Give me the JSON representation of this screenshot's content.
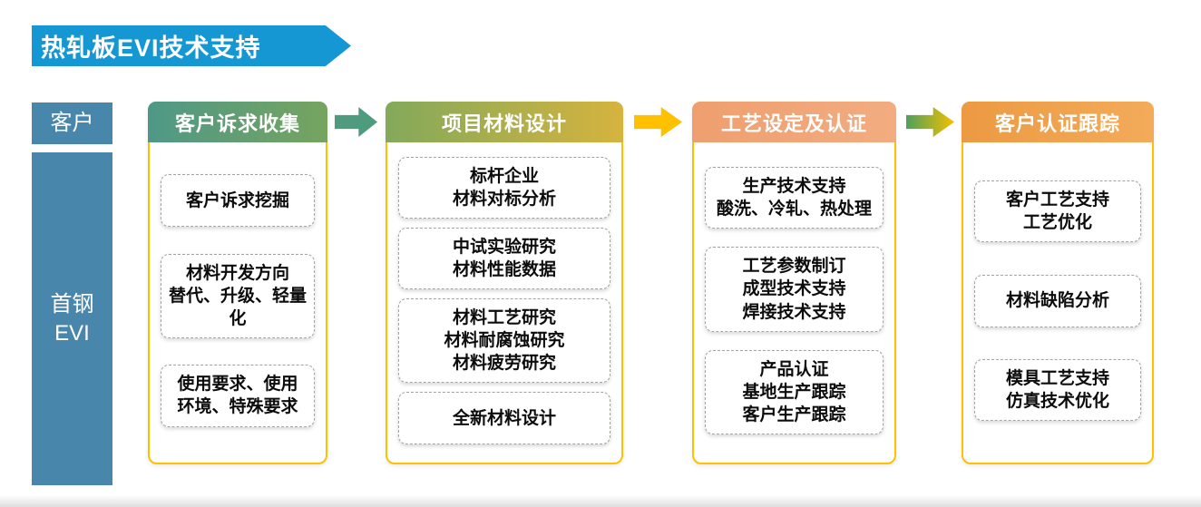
{
  "slide": {
    "title": "热轧板EVI技术支持"
  },
  "left_rail": {
    "customer_label": "客户",
    "company_label": "首钢\nEVI"
  },
  "columns": [
    {
      "header": "客户诉求收集",
      "items": [
        "客户诉求挖掘",
        "材料开发方向\n替代、升级、轻量化",
        "使用要求、使用\n环境、特殊要求"
      ]
    },
    {
      "header": "项目材料设计",
      "items": [
        "标杆企业\n材料对标分析",
        "中试实验研究\n材料性能数据",
        "材料工艺研究\n材料耐腐蚀研究\n材料疲劳研究",
        "全新材料设计"
      ]
    },
    {
      "header": "工艺设定及认证",
      "items": [
        "生产技术支持\n酸洗、冷轧、热处理",
        "工艺参数制订\n成型技术支持\n焊接技术支持",
        "产品认证\n基地生产跟踪\n客户生产跟踪"
      ]
    },
    {
      "header": "客户认证跟踪",
      "items": [
        "客户工艺支持\n工艺优化",
        "材料缺陷分析",
        "模具工艺支持\n仿真技术优化"
      ]
    }
  ],
  "colors": {
    "title_banner": "#1497D3",
    "left_rail": "#4886AB",
    "column_border": "#FFC000",
    "header_1_start": "#4F9887",
    "header_1_end": "#76A45F",
    "header_2_start": "#83A95B",
    "header_2_end": "#D6B33E",
    "header_3_start": "#EF9F6F",
    "header_3_end": "#F2AC80",
    "header_4_start": "#EC9A42",
    "header_4_end": "#F3AB5A",
    "arrow_1": "#4E9B7E",
    "arrow_2": "#FFC000",
    "arrow_3_start": "#4FA05C",
    "arrow_3_end": "#F5C000"
  }
}
